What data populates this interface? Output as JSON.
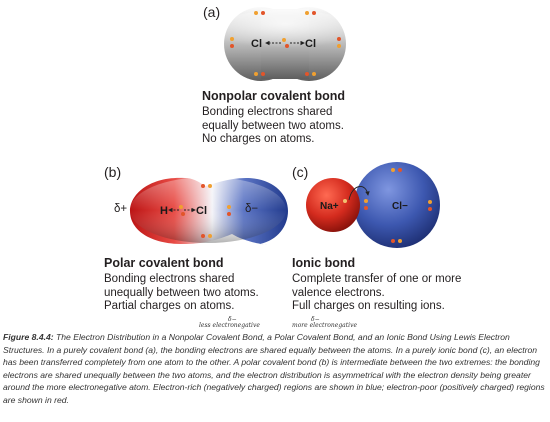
{
  "panel_a": {
    "letter": "(a)",
    "atom_left": "Cl",
    "atom_right": "Cl",
    "title": "Nonpolar covalent bond",
    "description": [
      "Bonding electrons shared",
      "equally between two atoms.",
      "No charges on atoms."
    ]
  },
  "panel_b": {
    "letter": "(b)",
    "atom_left": "H",
    "atom_right": "Cl",
    "delta_left": "δ+",
    "delta_right": "δ−",
    "title": "Polar covalent bond",
    "description": [
      "Bonding electrons shared",
      "unequally between two atoms.",
      "Partial charges on atoms."
    ]
  },
  "panel_c": {
    "letter": "(c)",
    "cation": "Na+",
    "anion": "Cl−",
    "title": "Ionic bond",
    "description": [
      "Complete transfer of one or more",
      "valence electrons.",
      "Full charges on resulting ions."
    ]
  },
  "overlay": {
    "left_label": "less electronegative",
    "right_label": "more electronegative",
    "left_mark": "δ−",
    "right_mark": "δ−"
  },
  "caption": {
    "label": "Figure 8.4.4:",
    "text": "The Electron Distribution in a Nonpolar Covalent Bond, a Polar Covalent Bond, and an Ionic Bond Using Lewis Electron Structures. In a purely covalent bond (a), the bonding electrons are shared equally between the atoms. In a purely ionic bond (c), an electron has been transferred completely from one atom to the other. A polar covalent bond (b) is intermediate between the two extremes: the bonding electrons are shared unequally between the two atoms, and the electron distribution is asymmetrical with the electron density being greater around the more electronegative atom. Electron-rich (negatively charged) regions are shown in blue; electron-poor (positively charged) regions are shown in red."
  },
  "colors": {
    "electron_orange": "#f0a030",
    "electron_red": "#e2552a",
    "electron_pale": "#f2c070",
    "nonpolar_gray": "#9c9c9c",
    "cation_red": "#d42b1e",
    "anion_blue": "#3d58b0"
  }
}
